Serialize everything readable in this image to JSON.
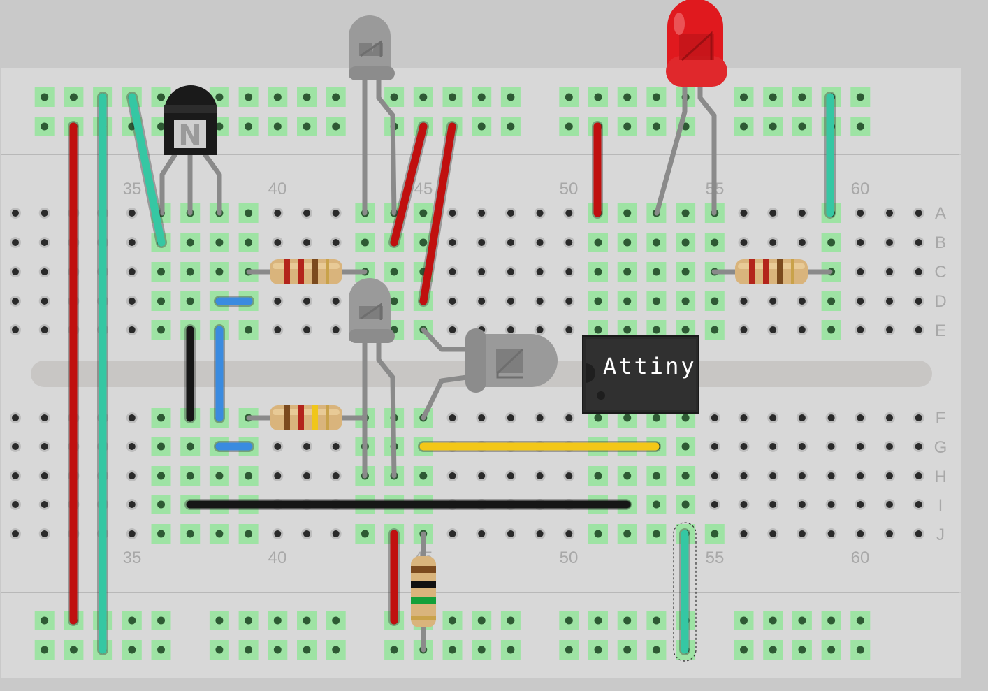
{
  "breadboard": {
    "top_column_labels": [
      "35",
      "40",
      "45",
      "50",
      "55",
      "60"
    ],
    "bottom_column_labels": [
      "35",
      "40",
      "45",
      "50",
      "55",
      "60"
    ],
    "row_labels_top": [
      "A",
      "B",
      "C",
      "D",
      "E"
    ],
    "row_labels_bottom": [
      "F",
      "G",
      "H",
      "I",
      "J"
    ]
  },
  "components": {
    "ic": {
      "label": "Attiny"
    },
    "transistor": {
      "label": "N"
    },
    "leds": [
      {
        "color": "grey"
      },
      {
        "color": "grey"
      },
      {
        "color": "grey"
      },
      {
        "color": "red"
      }
    ],
    "resistors": [
      {
        "bands": [
          "#b3241b",
          "#b3241b",
          "#7b4a1e"
        ]
      },
      {
        "bands": [
          "#b3241b",
          "#b3241b",
          "#7b4a1e"
        ]
      },
      {
        "bands": [
          "#7b4a1e",
          "#b3241b",
          "#f0c61a"
        ]
      },
      {
        "bands": [
          "#7b4a1e",
          "#111111",
          "#14a03a"
        ]
      }
    ]
  },
  "colors": {
    "wire_red": "#c0100f",
    "wire_teal": "#35c7a3",
    "wire_blue": "#3a8be0",
    "wire_black": "#161616",
    "wire_yellow": "#f3c718",
    "board": "#d8d8d8",
    "hole_active": "#9ee3a4",
    "led_red": "#e0191e"
  }
}
